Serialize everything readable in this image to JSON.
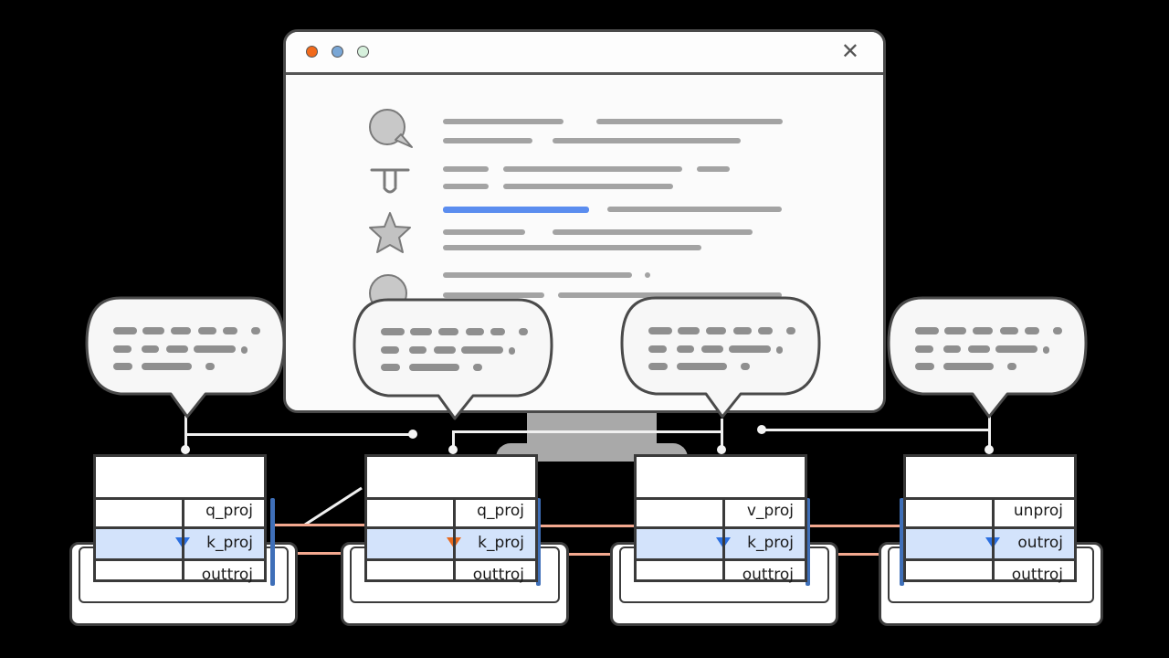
{
  "window": {
    "traffic_lights": [
      {
        "name": "close",
        "color": "#f26a1b"
      },
      {
        "name": "minimize",
        "color": "#7aa7d6"
      },
      {
        "name": "maximize",
        "color": "#d6f0dc"
      }
    ],
    "close_glyph": "✕",
    "content_icons": [
      "chat-bubble-icon",
      "tap-pin-icon",
      "star-icon",
      "circle-avatar-icon"
    ],
    "highlight_color": "#5b8def"
  },
  "connections": {
    "line_color": "#f0f0f0",
    "link_color": "#f3a88f"
  },
  "modules": [
    {
      "id": "module-1",
      "rows": [
        "q_proj",
        "k_proj",
        "outtroj"
      ],
      "highlight_row": 1,
      "marker_color": "#2b6fe0"
    },
    {
      "id": "module-2",
      "rows": [
        "q_proj",
        "k_proj",
        "outtroj"
      ],
      "highlight_row": 1,
      "marker_color": "#e86a1e"
    },
    {
      "id": "module-3",
      "rows": [
        "v_proj",
        "k_proj",
        "outtroj"
      ],
      "highlight_row": 1,
      "marker_color": "#2b6fe0"
    },
    {
      "id": "module-4",
      "rows": [
        "unproj",
        "outroj",
        "outtroj"
      ],
      "highlight_row": 1,
      "marker_color": "#2b6fe0"
    }
  ],
  "bubbles": [
    {
      "id": "bubble-1"
    },
    {
      "id": "bubble-2"
    },
    {
      "id": "bubble-3"
    },
    {
      "id": "bubble-4"
    }
  ]
}
